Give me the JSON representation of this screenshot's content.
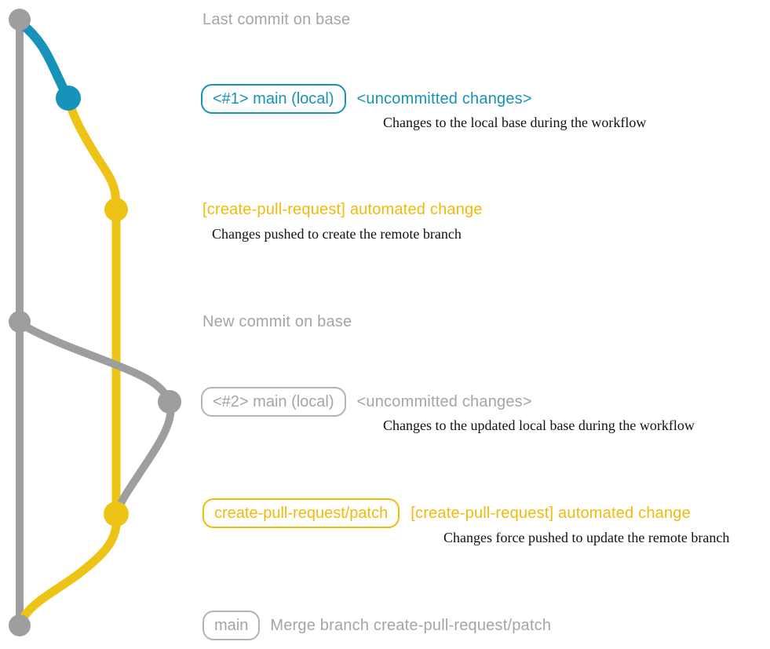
{
  "colors": {
    "blue": "#1792b9",
    "yellow_line": "#edc315",
    "yellow_text": "#f2ba0a",
    "gray_line": "#9e9e9e",
    "gray_text": "#a5a5a5",
    "gray_badge_border": "#b3b3b3",
    "note_text": "#111111",
    "background": "#ffffff"
  },
  "rows": [
    {
      "label": "Last commit on base"
    },
    {
      "badge": "<#1> main (local)",
      "title": "<uncommitted changes>",
      "note": "Changes to the local base during the workflow"
    },
    {
      "title": "[create-pull-request] automated change",
      "note": "Changes pushed to create the remote branch"
    },
    {
      "label": "New commit on base"
    },
    {
      "badge": "<#2> main (local)",
      "title": "<uncommitted changes>",
      "note": "Changes to the updated local base during the workflow"
    },
    {
      "badge": "create-pull-request/patch",
      "title": "[create-pull-request] automated change",
      "note": "Changes force pushed to update the remote branch"
    },
    {
      "badge": "main",
      "title": "Merge branch create-pull-request/patch"
    }
  ],
  "graph": {
    "branches": [
      {
        "name": "base-branch-line",
        "color": "gray"
      },
      {
        "name": "local-main-branch-line",
        "color": "blue"
      },
      {
        "name": "create-pull-request-patch-branch-line",
        "color": "yellow"
      },
      {
        "name": "rebased-local-branch-line",
        "color": "gray"
      }
    ],
    "commits": [
      {
        "name": "commit-last-on-base",
        "color": "gray"
      },
      {
        "name": "commit-uncommitted-changes-1",
        "color": "blue"
      },
      {
        "name": "commit-automated-change-1",
        "color": "yellow"
      },
      {
        "name": "commit-new-on-base",
        "color": "gray"
      },
      {
        "name": "commit-uncommitted-changes-2",
        "color": "gray"
      },
      {
        "name": "commit-automated-change-2",
        "color": "yellow"
      },
      {
        "name": "commit-merge",
        "color": "gray"
      }
    ]
  }
}
